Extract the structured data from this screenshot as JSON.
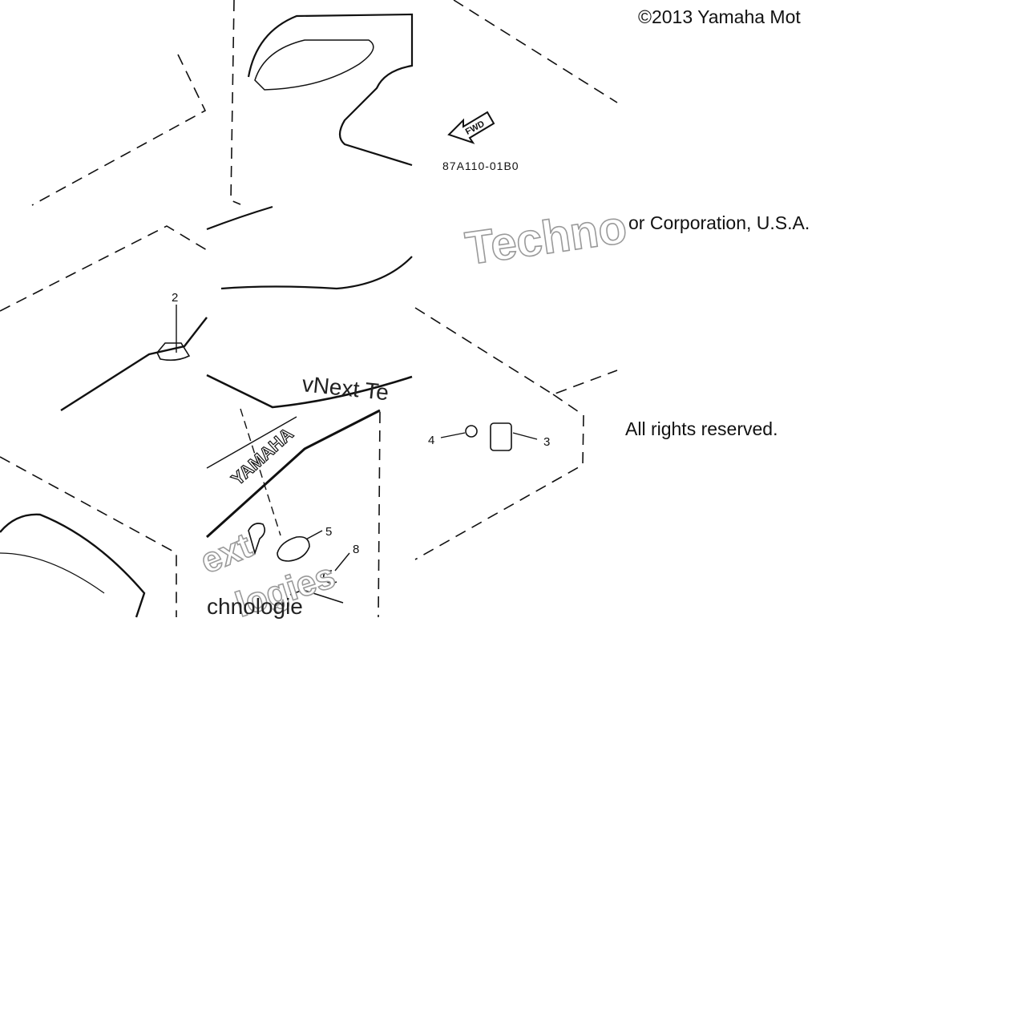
{
  "copyright": {
    "line1": "©2013 Yamaha Mot",
    "line2": "or Corporation, U.S.A.",
    "line3": "All rights reserved."
  },
  "diagram": {
    "part_code": "87A110-01B0",
    "fwd_label": "FWD",
    "brand_decal": "YAMAHA",
    "callouts": [
      "2",
      "3",
      "4",
      "5",
      "8"
    ]
  },
  "watermark": {
    "text1": "Techno",
    "text2": "vNext Te",
    "text3": "ext",
    "text4": "chnologie",
    "text5": "logies"
  },
  "colors": {
    "line": "#111111",
    "watermark_outline": "#9a9a9a",
    "background": "#ffffff"
  }
}
